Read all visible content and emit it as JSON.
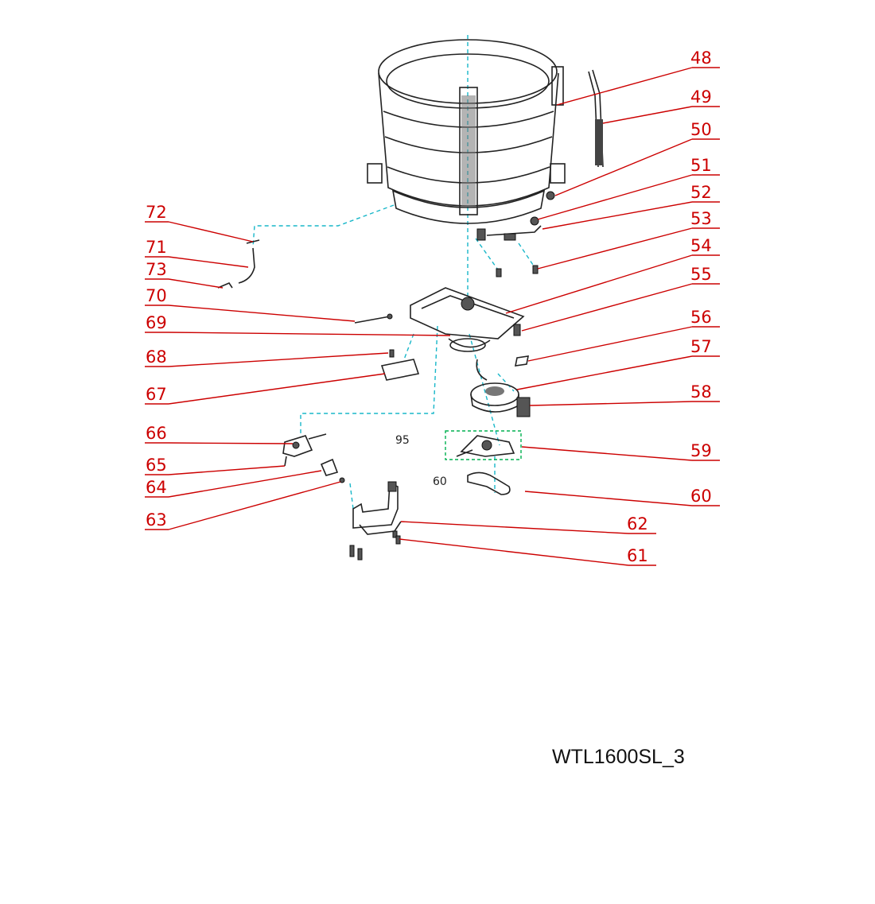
{
  "callouts": [
    "48",
    "49",
    "50",
    "51",
    "52",
    "53",
    "54",
    "55",
    "56",
    "57",
    "58",
    "59",
    "60",
    "61",
    "62",
    "63",
    "64",
    "65",
    "66",
    "67",
    "68",
    "69",
    "70",
    "71",
    "72",
    "73"
  ],
  "inner_labels": [
    "95",
    "60"
  ],
  "model_code": "WTL1600SL_3",
  "colors": {
    "callout": "#cc0000",
    "guide_line": "#18b7c9",
    "group_box": "#00b050",
    "part_line": "#222222"
  }
}
